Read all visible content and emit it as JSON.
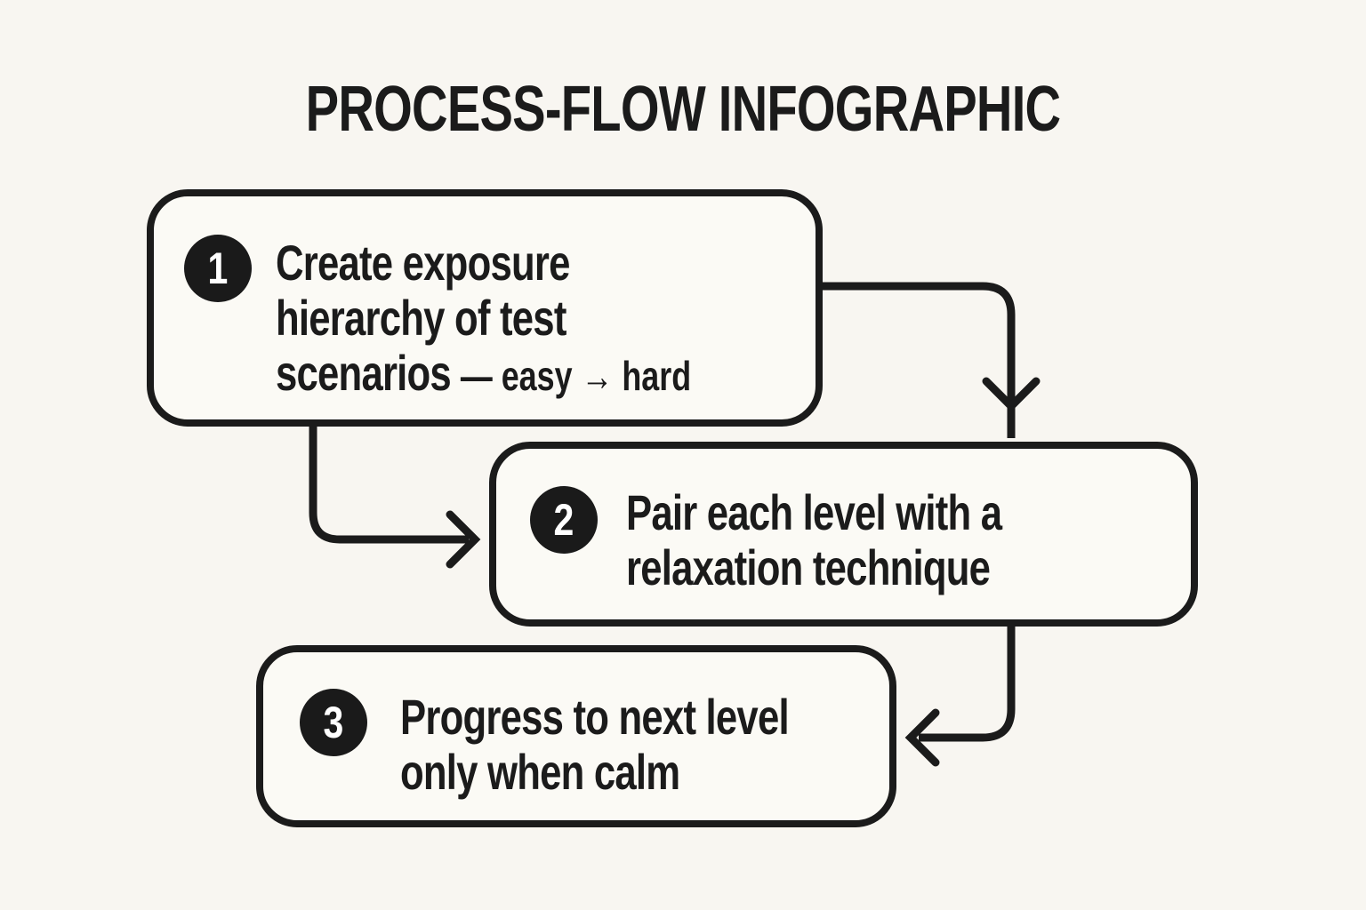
{
  "title": "PROCESS-FLOW INFOGRAPHIC",
  "colors": {
    "background": "#f8f6f1",
    "card": "#fbfaf5",
    "ink": "#1b1b1b",
    "badge": "#1a1a1a",
    "badge_text": "#ffffff"
  },
  "steps": [
    {
      "number": "1",
      "lines": [
        "Create exposure",
        "hierarchy of test",
        "scenarios"
      ],
      "suffix": "— easy → hard"
    },
    {
      "number": "2",
      "lines": [
        "Pair each level with a",
        "relaxation technique"
      ]
    },
    {
      "number": "3",
      "lines": [
        "Progress to next level",
        "only when calm"
      ]
    }
  ],
  "connectors": [
    {
      "name": "step1-to-step2-top",
      "from": "1",
      "to": "2",
      "arrowhead": "down-chevron"
    },
    {
      "name": "step1-to-step2-left",
      "from": "1",
      "to": "2",
      "arrowhead": "right-chevron"
    },
    {
      "name": "step2-to-step3-right",
      "from": "2",
      "to": "3",
      "arrowhead": "left-chevron"
    }
  ]
}
